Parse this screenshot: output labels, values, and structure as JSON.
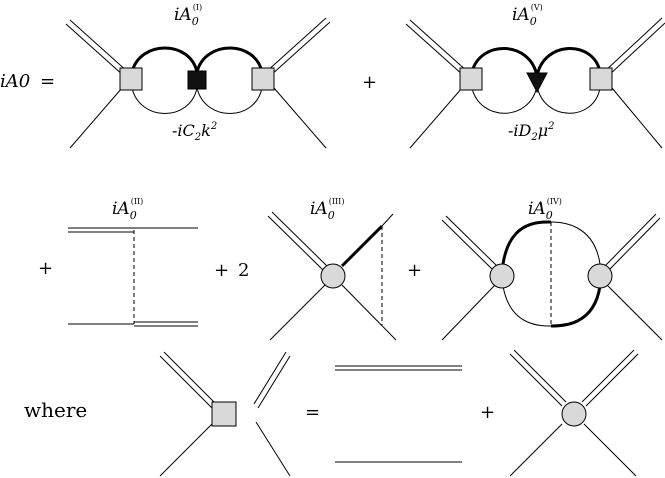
{
  "equation": {
    "lhs": "iA0",
    "plus": "+",
    "coef_two": "2",
    "equals": "=",
    "where": "where"
  },
  "labels": {
    "amp_I": {
      "base": "iA",
      "sub": "0",
      "sup": "(I)"
    },
    "amp_V": {
      "base": "iA",
      "sub": "0",
      "sup": "(V)"
    },
    "amp_II": {
      "base": "iA",
      "sub": "0",
      "sup": "(II)"
    },
    "amp_III": {
      "base": "iA",
      "sub": "0",
      "sup": "(III)"
    },
    "amp_IV": {
      "base": "iA",
      "sub": "0",
      "sup": "(IV)"
    },
    "vertex_C2": {
      "text": "-iC",
      "sub": "2",
      "rest": "k",
      "sup": "2"
    },
    "vertex_D2": {
      "text": "-iD",
      "sub": "2",
      "rest": "μ",
      "sup": "2"
    }
  }
}
